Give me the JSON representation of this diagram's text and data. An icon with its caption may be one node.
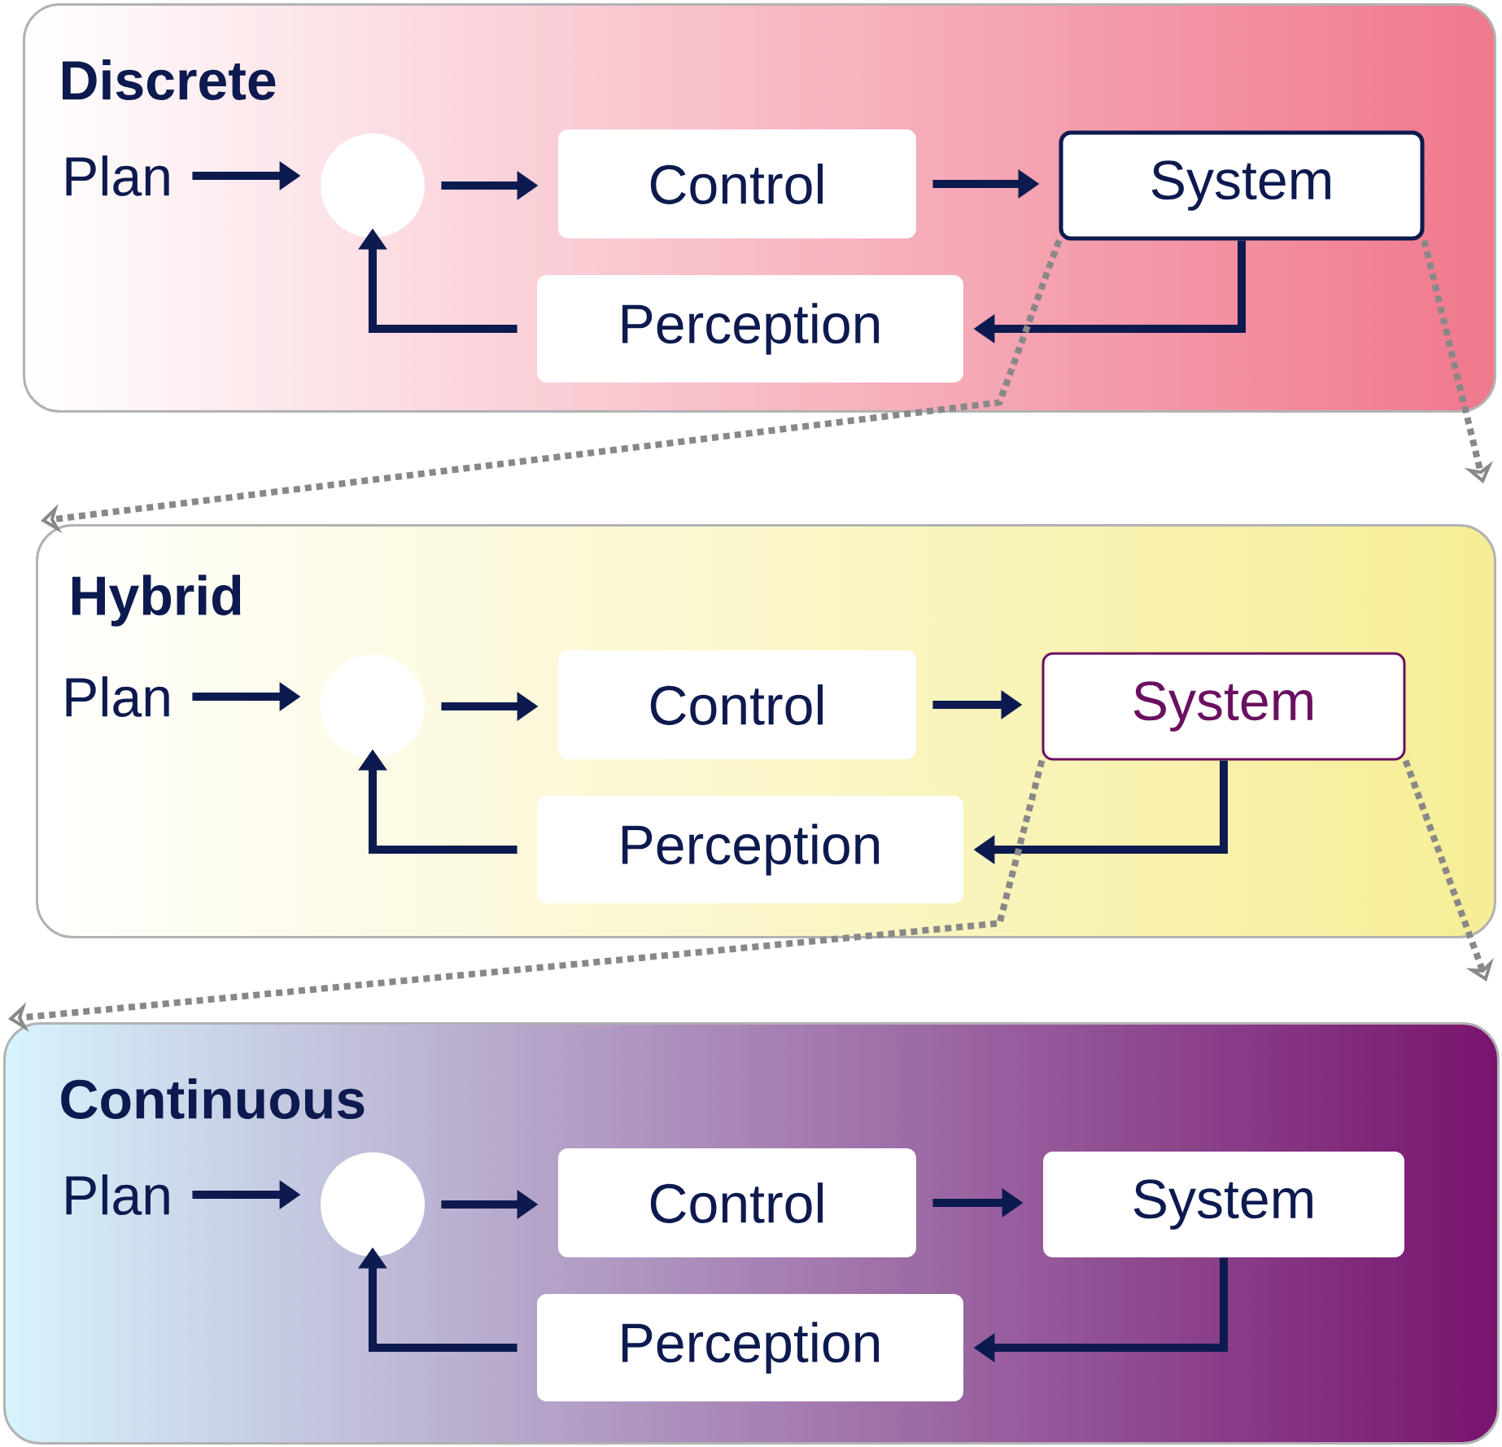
{
  "diagram": {
    "nodes": [
      {
        "text": [
          "Discrete"
        ]
      },
      {
        "text": [
          "Plan"
        ],
        "in": 0
      },
      {
        "text": [],
        "shape": "circle",
        "in": 0
      },
      {
        "text": [
          "Control"
        ],
        "in": 0
      },
      {
        "text": [
          "System"
        ],
        "in": 0
      },
      {
        "text": [
          "Perception"
        ],
        "in": 0
      },
      {
        "text": [
          "Hybrid"
        ]
      },
      {
        "text": [
          "Plan"
        ],
        "in": 6
      },
      {
        "text": [],
        "shape": "circle",
        "in": 6
      },
      {
        "text": [
          "Control"
        ],
        "in": 6
      },
      {
        "text": [
          "System"
        ],
        "in": 6
      },
      {
        "text": [
          "Perception"
        ],
        "in": 6
      },
      {
        "text": [
          "Continuous"
        ]
      },
      {
        "text": [
          "Plan"
        ],
        "in": 12
      },
      {
        "text": [],
        "shape": "circle",
        "in": 12
      },
      {
        "text": [
          "Control"
        ],
        "in": 12
      },
      {
        "text": [
          "System"
        ],
        "in": 12
      },
      {
        "text": [
          "Perception"
        ],
        "in": 12
      }
    ],
    "edges": [
      {
        "from": 1,
        "to": 2,
        "arrow": "to"
      },
      {
        "from": 2,
        "to": 3,
        "arrow": "to"
      },
      {
        "from": 3,
        "to": 4,
        "arrow": "to"
      },
      {
        "from": 4,
        "to": 5,
        "arrow": "to"
      },
      {
        "from": 5,
        "to": 2,
        "arrow": "to"
      },
      {
        "from": 7,
        "to": 8,
        "arrow": "to"
      },
      {
        "from": 8,
        "to": 9,
        "arrow": "to"
      },
      {
        "from": 9,
        "to": 10,
        "arrow": "to"
      },
      {
        "from": 10,
        "to": 11,
        "arrow": "to"
      },
      {
        "from": 11,
        "to": 8,
        "arrow": "to"
      },
      {
        "from": 13,
        "to": 14,
        "arrow": "to"
      },
      {
        "from": 14,
        "to": 15,
        "arrow": "to"
      },
      {
        "from": 15,
        "to": 16,
        "arrow": "to"
      },
      {
        "from": 16,
        "to": 17,
        "arrow": "to"
      },
      {
        "from": 17,
        "to": 14,
        "arrow": "to"
      },
      {
        "from": 4,
        "to": 6,
        "arrow": "to",
        "style": "dashed",
        "color": "#888888"
      },
      {
        "from": 4,
        "to": 6,
        "arrow": "to",
        "style": "dashed",
        "color": "#888888"
      },
      {
        "from": 10,
        "to": 12,
        "arrow": "to",
        "style": "dashed",
        "color": "#888888"
      },
      {
        "from": 10,
        "to": 12,
        "arrow": "to",
        "style": "dashed",
        "color": "#888888"
      }
    ]
  }
}
